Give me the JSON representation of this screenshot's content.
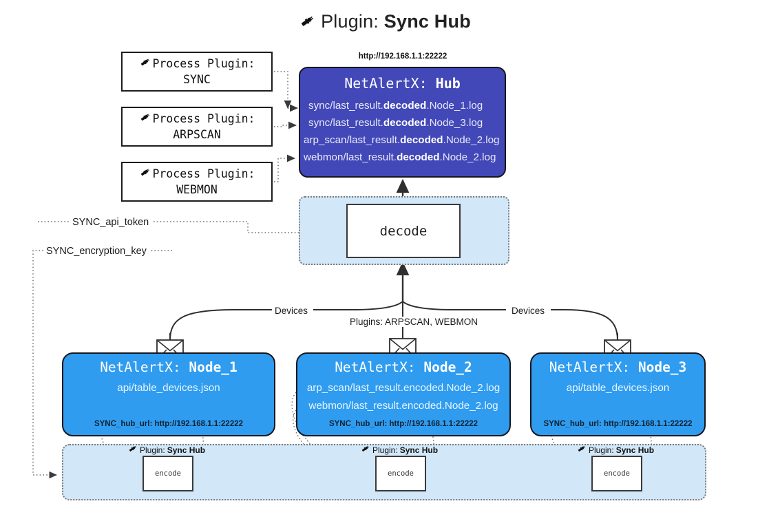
{
  "title": {
    "icon": "plug-icon",
    "prefix": "Plugin:",
    "name": "Sync Hub"
  },
  "process_plugins": [
    {
      "icon": "plug-icon",
      "line1": "Process Plugin:",
      "line2": "SYNC"
    },
    {
      "icon": "plug-icon",
      "line1": "Process Plugin:",
      "line2": "ARPSCAN"
    },
    {
      "icon": "plug-icon",
      "line1": "Process Plugin:",
      "line2": "WEBMON"
    }
  ],
  "hub": {
    "url": "http://192.168.1.1:22222",
    "title_prefix": "NetAlertX:",
    "title_name": "Hub",
    "logs": [
      {
        "pre": "sync/last_result.",
        "bold": "decoded",
        "post": ".Node_1.log"
      },
      {
        "pre": "sync/last_result.",
        "bold": "decoded",
        "post": ".Node_3.log"
      },
      {
        "pre": "arp_scan/last_result.",
        "bold": "decoded",
        "post": ".Node_2.log"
      },
      {
        "pre": "webmon/last_result.",
        "bold": "decoded",
        "post": ".Node_2.log"
      }
    ]
  },
  "decode": {
    "label": "decode"
  },
  "tokens": {
    "api_token": "SYNC_api_token",
    "encryption_key": "SYNC_encryption_key"
  },
  "mid_labels": {
    "devices_left": "Devices",
    "devices_right": "Devices",
    "plugins": "Plugins: ARPSCAN, WEBMON"
  },
  "nodes": [
    {
      "title_prefix": "NetAlertX:",
      "title_name": "Node_1",
      "lines": [
        "api/table_devices.json"
      ],
      "url_label": "SYNC_hub_url:",
      "url_value": "http://192.168.1.1:22222",
      "mail_icon": "envelope-icon"
    },
    {
      "title_prefix": "NetAlertX:",
      "title_name": "Node_2",
      "lines": [
        "arp_scan/last_result.encoded.Node_2.log",
        "webmon/last_result.encoded.Node_2.log"
      ],
      "url_label": "SYNC_hub_url:",
      "url_value": "http://192.168.1.1:22222",
      "mail_icon": "envelope-icon"
    },
    {
      "title_prefix": "NetAlertX:",
      "title_name": "Node_3",
      "lines": [
        "api/table_devices.json"
      ],
      "url_label": "SYNC_hub_url:",
      "url_value": "http://192.168.1.1:22222",
      "mail_icon": "envelope-icon"
    }
  ],
  "encoders": [
    {
      "icon": "plug-icon",
      "prefix": "Plugin:",
      "name": "Sync Hub",
      "box_label": "encode"
    },
    {
      "icon": "plug-icon",
      "prefix": "Plugin:",
      "name": "Sync Hub",
      "box_label": "encode"
    },
    {
      "icon": "plug-icon",
      "prefix": "Plugin:",
      "name": "Sync Hub",
      "box_label": "encode"
    }
  ],
  "colors": {
    "hub_fill": "#4248b8",
    "node_fill": "#2f9cf0",
    "container_fill": "#d2e7f8",
    "stroke": "#16161c",
    "dotted": "#7a7a7a"
  }
}
